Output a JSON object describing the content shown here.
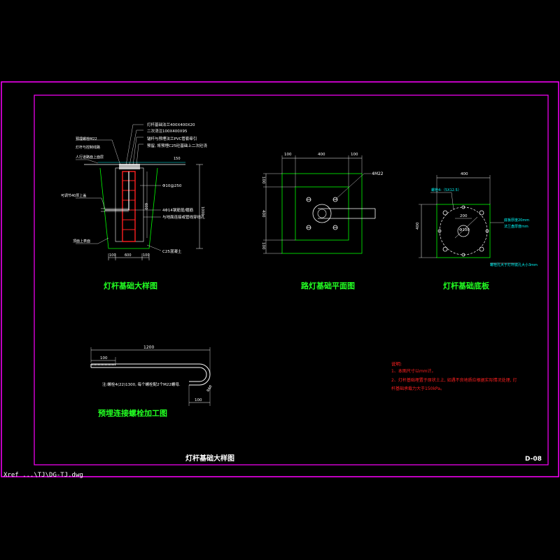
{
  "drawing": {
    "title": "灯杆基础大样图",
    "sheet_no": "D-08",
    "xref_path": "Xref ...\\TJ\\DG-TJ.dwg"
  },
  "views": {
    "detail": {
      "title": "灯杆基础大样图",
      "callouts": [
        "灯杆基础法兰400X400X20",
        "二次浇注100X400X95",
        "锚杆与预埋法兰PVC管套牵引",
        "预留, 将预埋C25砼基础上二次砼浇",
        "预埋螺栓M22",
        "人行道路面上面层",
        "灯杆与控制线路",
        "可调节40厚上盖",
        "顶面上表面"
      ],
      "right_labels": [
        "Φ10@250",
        "4Φ14钢筋笼/箍筋",
        "与地面连接或管线穿线孔",
        "C25混凝土"
      ],
      "dims": {
        "bottom": [
          "100",
          "600",
          "100"
        ],
        "height": "1000",
        "mid": "600",
        "top": "150"
      }
    },
    "plan": {
      "title": "路灯基础平面图",
      "bolt_label": "4M22",
      "dims_top": [
        "100",
        "400",
        "100"
      ],
      "dims_left": [
        "100",
        "400",
        "100"
      ]
    },
    "base": {
      "title": "灯杆基础底板",
      "dims": {
        "top": "400",
        "left": "400",
        "inner": "200",
        "dia": "Φ100"
      },
      "labels": [
        "螺栓4-（5X12.5）",
        "底板厚度20mm",
        "法兰盘厚度mm",
        "螺栓孔大于灯杆底孔大小3mm"
      ]
    },
    "bolt": {
      "title": "预埋连接螺栓加工图",
      "dims": {
        "length": "1200",
        "thread": "100",
        "hook": "100",
        "bend": "R60"
      },
      "note": "注:螺栓4(22)1300, 每个螺栓配2个M22螺母."
    }
  },
  "notes": {
    "heading": "说明:",
    "items": [
      "1、本图尺寸以mm计。",
      "2、灯杆基础埋置于原状土上, 如遇不良地质应根据实际情况处理, 灯",
      "杆基础承载力大于150kPa。"
    ]
  },
  "colors": {
    "frame": "#ff00ff",
    "green": "#22ff22",
    "cyan": "#00ffff",
    "red": "#ff2020",
    "yellow": "#ffff00",
    "white": "#ffffff"
  }
}
